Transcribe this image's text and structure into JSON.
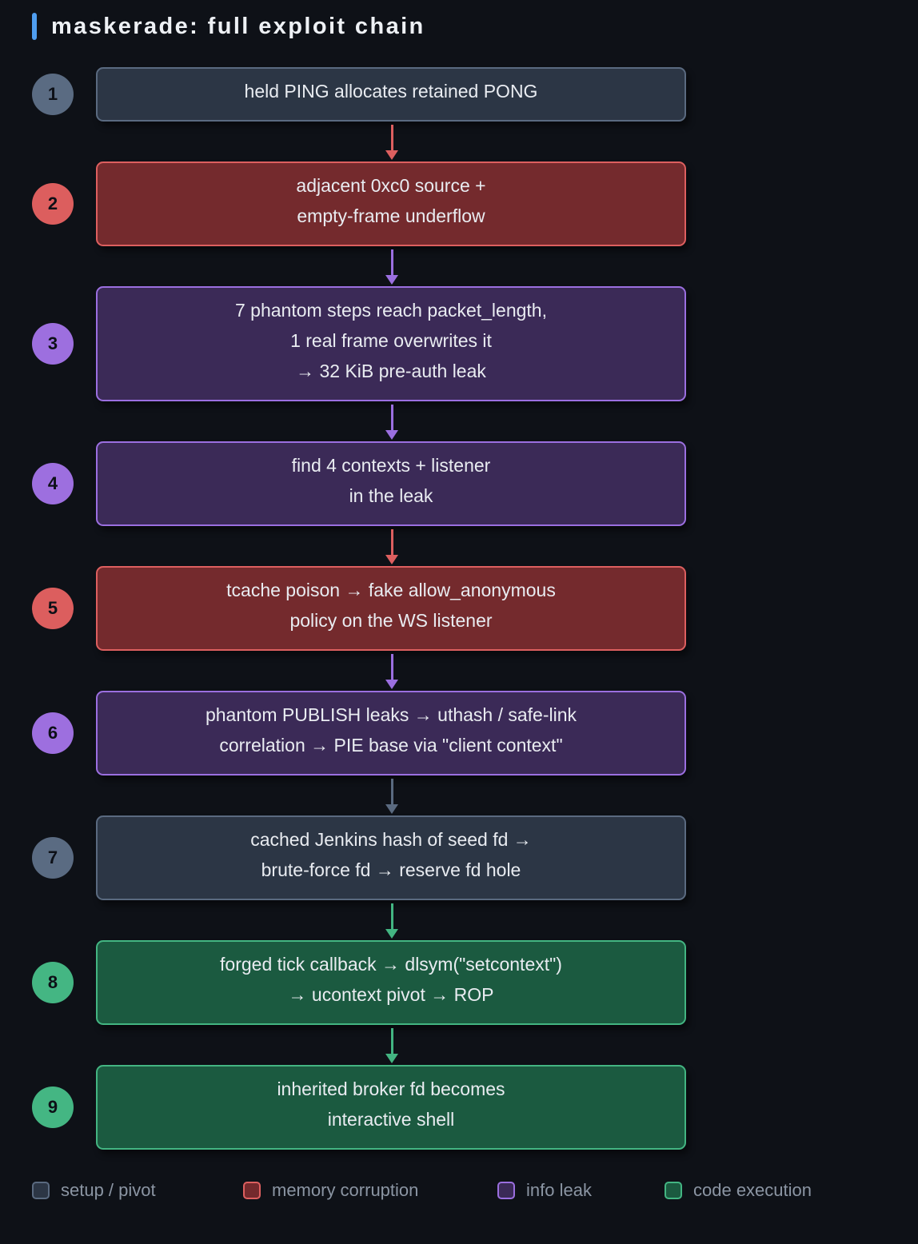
{
  "title": "maskerade: full exploit chain",
  "colors": {
    "background": "#0e1117",
    "title_accent": "#4f9ef0",
    "setup_pivot": {
      "fill": "#2c3645",
      "border": "#5a6a80",
      "circle": "#5a6b82"
    },
    "memory_corruption": {
      "fill": "#742a2d",
      "border": "#dd5f5f",
      "circle": "#dc5e5e"
    },
    "info_leak": {
      "fill": "#3b2a57",
      "border": "#9b6fe0",
      "circle": "#9d6fdf"
    },
    "code_execution": {
      "fill": "#1b5a40",
      "border": "#43b582",
      "circle": "#44b683"
    }
  },
  "steps": [
    {
      "number": "1",
      "category": "setup_pivot",
      "lines": [
        "held PING allocates retained PONG"
      ]
    },
    {
      "number": "2",
      "category": "memory_corruption",
      "lines": [
        "adjacent 0xc0 source +",
        "empty-frame underflow"
      ]
    },
    {
      "number": "3",
      "category": "info_leak",
      "lines": [
        "7 phantom steps reach packet_length,",
        "1 real frame overwrites it",
        "→ 32 KiB pre-auth leak"
      ]
    },
    {
      "number": "4",
      "category": "info_leak",
      "lines": [
        "find 4 contexts + listener",
        "in the leak"
      ]
    },
    {
      "number": "5",
      "category": "memory_corruption",
      "lines": [
        "tcache poison → fake allow_anonymous",
        "policy on the WS listener"
      ]
    },
    {
      "number": "6",
      "category": "info_leak",
      "lines": [
        "phantom PUBLISH leaks → uthash / safe-link",
        "correlation → PIE base via \"client context\""
      ]
    },
    {
      "number": "7",
      "category": "setup_pivot",
      "lines": [
        "cached Jenkins hash of seed fd →",
        "brute-force fd → reserve fd hole"
      ]
    },
    {
      "number": "8",
      "category": "code_execution",
      "lines": [
        "forged tick callback → dlsym(\"setcontext\")",
        "→ ucontext pivot → ROP"
      ]
    },
    {
      "number": "9",
      "category": "code_execution",
      "lines": [
        "inherited broker fd becomes",
        "interactive shell"
      ]
    }
  ],
  "legend": [
    {
      "category": "setup_pivot",
      "label": "setup / pivot"
    },
    {
      "category": "memory_corruption",
      "label": "memory corruption"
    },
    {
      "category": "info_leak",
      "label": "info leak"
    },
    {
      "category": "code_execution",
      "label": "code execution"
    }
  ]
}
